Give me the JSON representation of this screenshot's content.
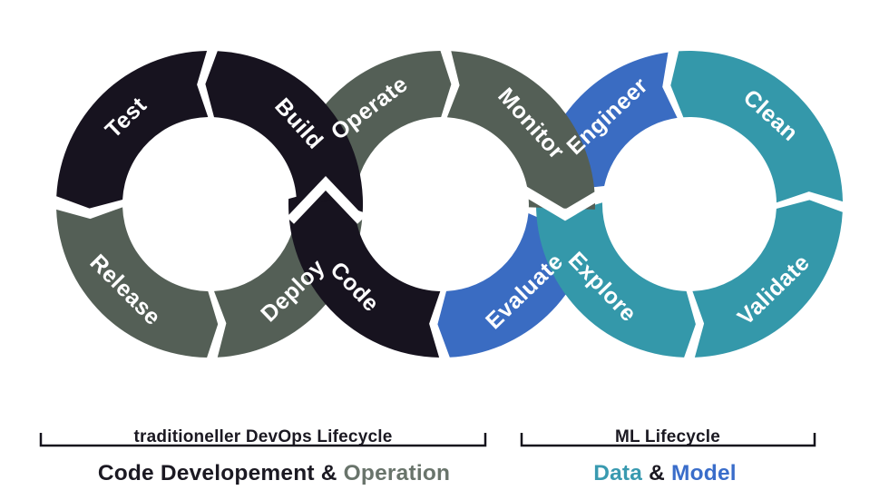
{
  "colors": {
    "segment_black": "#17131f",
    "segment_slate": "#545f56",
    "segment_blue": "#3a6cc2",
    "segment_teal": "#3498aa",
    "label_text": "#ffffff",
    "bracket": "#15131c",
    "title_dark": "#1b1922",
    "operation_green": "#69746b",
    "data_teal": "#399ab0",
    "model_blue": "#3a6dca"
  },
  "rings": [
    {
      "name": "devops-code-ring",
      "segments": [
        {
          "label": "Test",
          "color": "segment_black"
        },
        {
          "label": "Build",
          "color": "segment_black"
        },
        {
          "label": "Release",
          "color": "segment_slate"
        },
        {
          "label": "Deploy",
          "color": "segment_slate"
        }
      ]
    },
    {
      "name": "devops-operation-ring",
      "segments": [
        {
          "label": "Operate",
          "color": "segment_slate"
        },
        {
          "label": "Monitor",
          "color": "segment_slate"
        },
        {
          "label": "Code",
          "color": "segment_black"
        },
        {
          "label": "Evaluate",
          "color": "segment_blue"
        }
      ]
    },
    {
      "name": "ml-ring",
      "segments": [
        {
          "label": "Engineer",
          "color": "segment_blue"
        },
        {
          "label": "Clean",
          "color": "segment_teal"
        },
        {
          "label": "Explore",
          "color": "segment_teal"
        },
        {
          "label": "Validate",
          "color": "segment_teal"
        }
      ]
    }
  ],
  "footer": {
    "left": {
      "caption": "traditioneller DevOps Lifecycle",
      "title_parts": [
        {
          "text": "Code Developement & ",
          "color": "title_dark"
        },
        {
          "text": "Operation",
          "color": "operation_green"
        }
      ]
    },
    "right": {
      "caption": "ML Lifecycle",
      "title_parts": [
        {
          "text": "Data",
          "color": "data_teal"
        },
        {
          "text": " & ",
          "color": "title_dark"
        },
        {
          "text": "Model",
          "color": "model_blue"
        }
      ]
    }
  }
}
